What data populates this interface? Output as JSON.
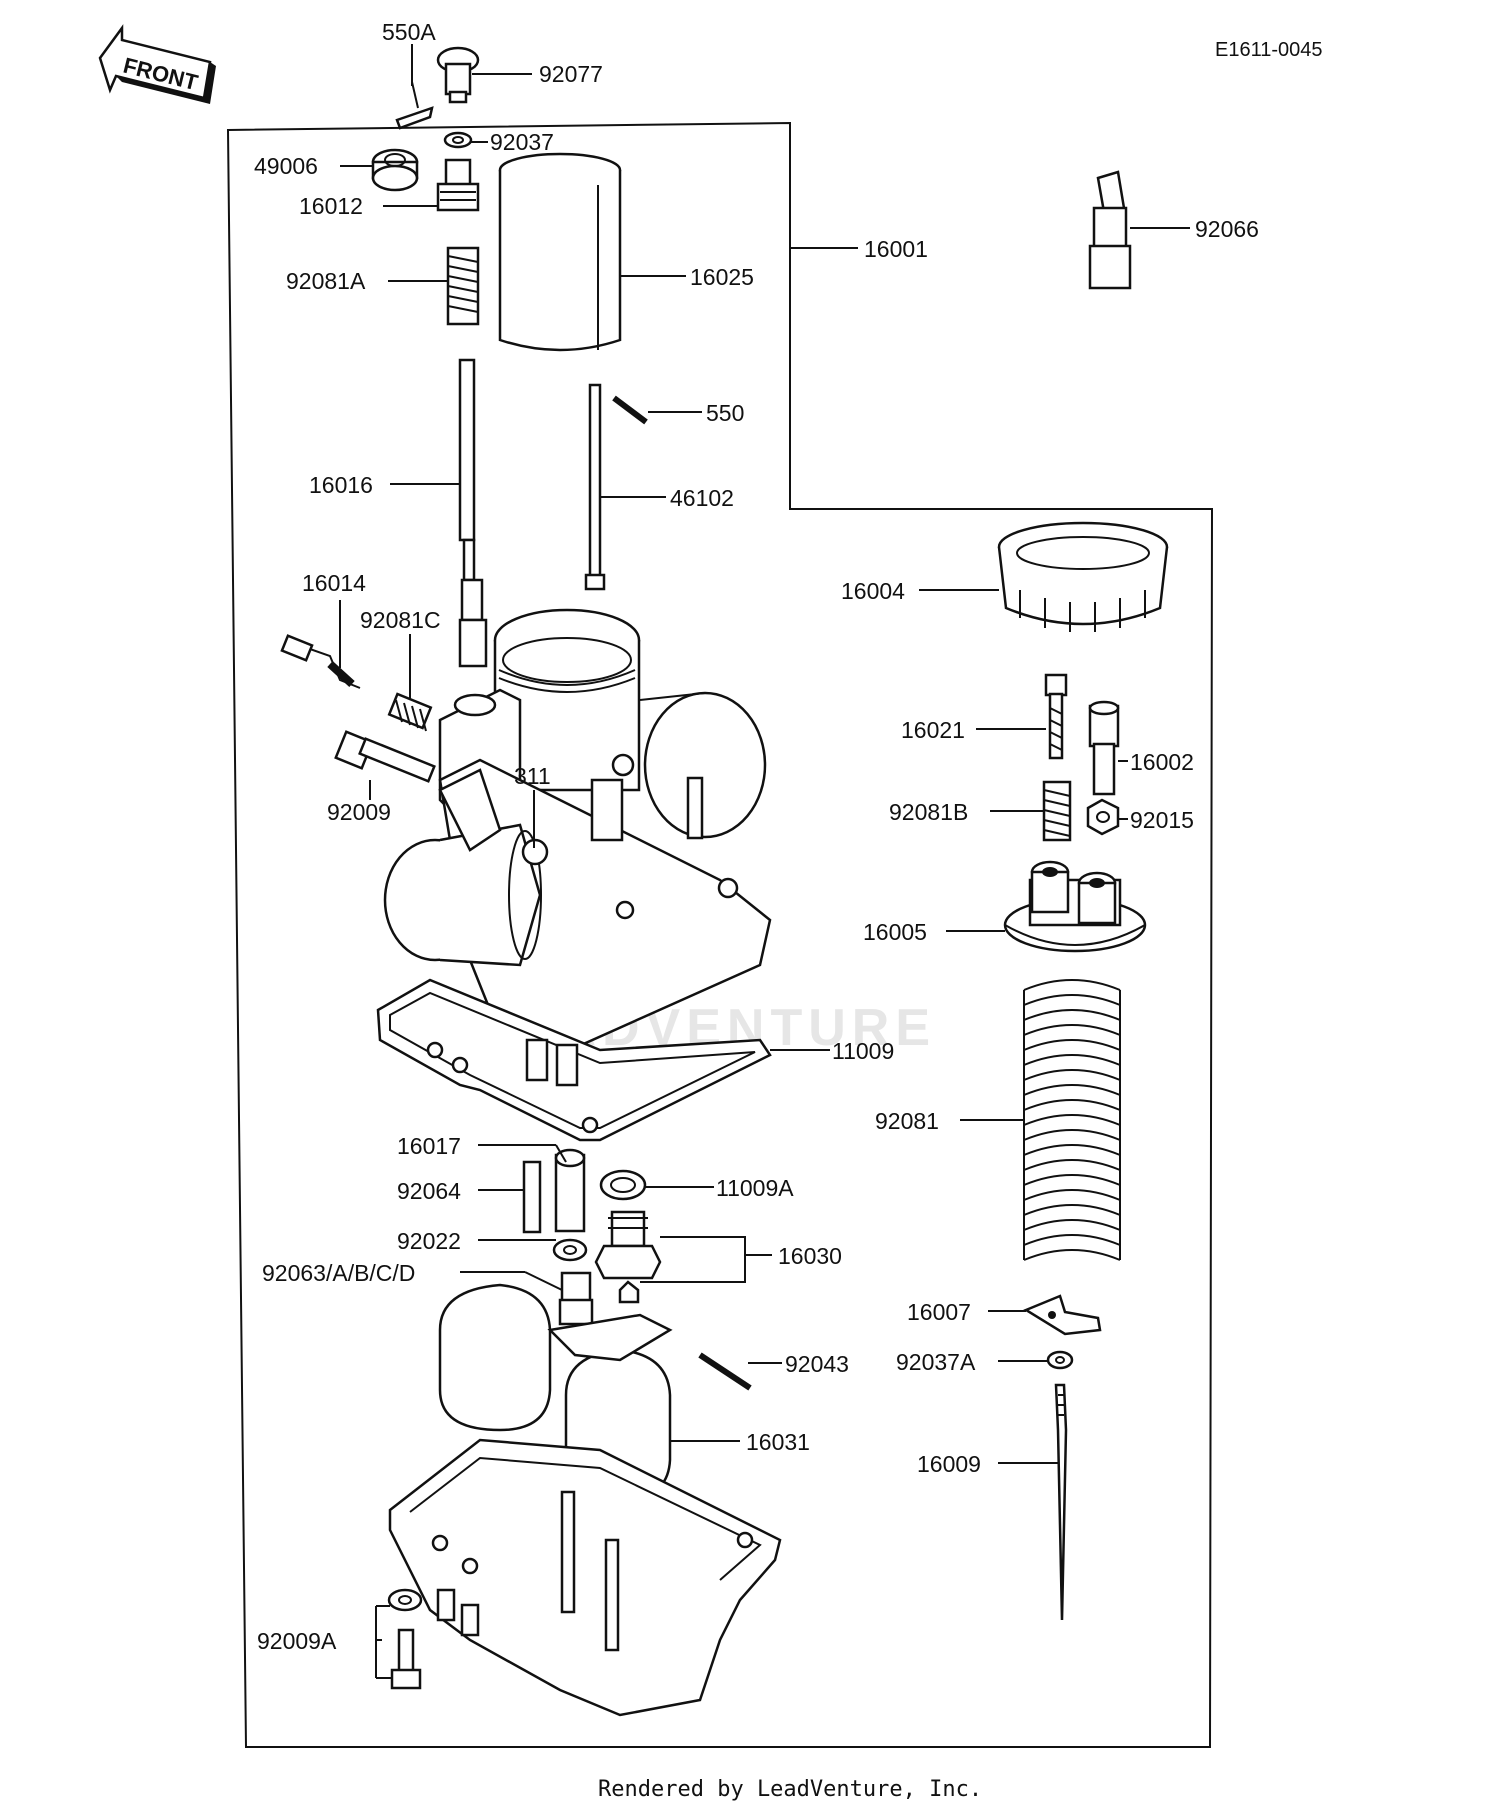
{
  "diagram_code": "E1611-0045",
  "front_label": "FRONT",
  "watermark": "LEADVENTURE",
  "footer": "Rendered by LeadVenture, Inc.",
  "parts": {
    "p550A": "550A",
    "p92077": "92077",
    "p92037": "92037",
    "p49006": "49006",
    "p16012": "16012",
    "p16001": "16001",
    "p92066": "92066",
    "p92081A": "92081A",
    "p16025": "16025",
    "p550": "550",
    "p16016": "16016",
    "p46102": "46102",
    "p16014": "16014",
    "p92081C": "92081C",
    "p16004": "16004",
    "p311": "311",
    "p92009": "92009",
    "p16021": "16021",
    "p16002": "16002",
    "p92081B": "92081B",
    "p92015": "92015",
    "p16005": "16005",
    "p11009": "11009",
    "p92081": "92081",
    "p16017": "16017",
    "p92064": "92064",
    "p11009A": "11009A",
    "p92022": "92022",
    "p16030": "16030",
    "p92063": "92063/A/B/C/D",
    "p16007": "16007",
    "p92037A": "92037A",
    "p92043": "92043",
    "p16031": "16031",
    "p16009": "16009",
    "p92009A": "92009A"
  }
}
